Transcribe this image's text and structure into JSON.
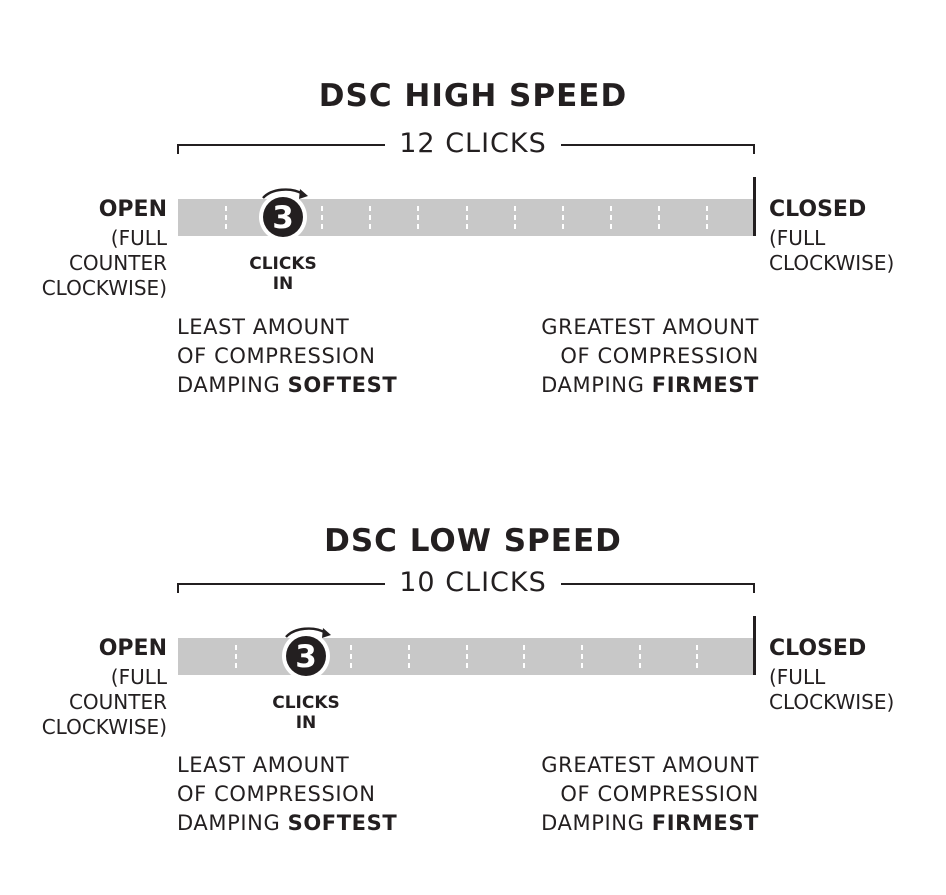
{
  "diagrams": [
    {
      "title": "DSC HIGH SPEED",
      "total_clicks_label": "12 CLICKS",
      "total_clicks": 12,
      "setting": "3",
      "setting_label_line1": "CLICKS",
      "setting_label_line2": "IN",
      "open_title": "OPEN",
      "open_sub": [
        "(FULL",
        "COUNTER",
        "CLOCKWISE)"
      ],
      "closed_title": "CLOSED",
      "closed_sub": [
        "(FULL",
        "CLOCKWISE)"
      ],
      "left_desc": [
        "LEAST AMOUNT",
        "OF COMPRESSION",
        "DAMPING"
      ],
      "left_desc_bold": "SOFTEST",
      "right_desc": [
        "GREATEST AMOUNT",
        "OF COMPRESSION",
        "DAMPING"
      ],
      "right_desc_bold": "FIRMEST"
    },
    {
      "title": "DSC LOW SPEED",
      "total_clicks_label": "10 CLICKS",
      "total_clicks": 10,
      "setting": "3",
      "setting_label_line1": "CLICKS",
      "setting_label_line2": "IN",
      "open_title": "OPEN",
      "open_sub": [
        "(FULL",
        "COUNTER",
        "CLOCKWISE)"
      ],
      "closed_title": "CLOSED",
      "closed_sub": [
        "(FULL",
        "CLOCKWISE)"
      ],
      "left_desc": [
        "LEAST AMOUNT",
        "OF COMPRESSION",
        "DAMPING"
      ],
      "left_desc_bold": "SOFTEST",
      "right_desc": [
        "GREATEST AMOUNT",
        "OF COMPRESSION",
        "DAMPING"
      ],
      "right_desc_bold": "FIRMEST"
    }
  ],
  "colors": {
    "ink": "#231f20",
    "bar": "#c8c8c8",
    "tick": "#ffffff"
  },
  "icons": {
    "marker": "clockwise-arrow-icon"
  }
}
